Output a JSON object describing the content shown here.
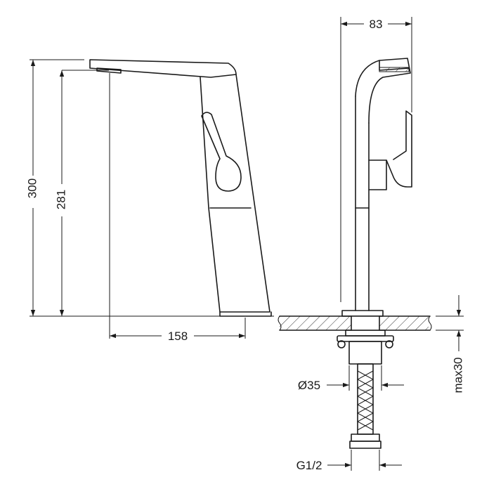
{
  "dimensions": {
    "total_height": "300",
    "spout_height": "281",
    "spout_reach": "158",
    "body_depth": "83",
    "connector_diameter": "Ø35",
    "max_countertop": "max30",
    "thread": "G1/2"
  }
}
